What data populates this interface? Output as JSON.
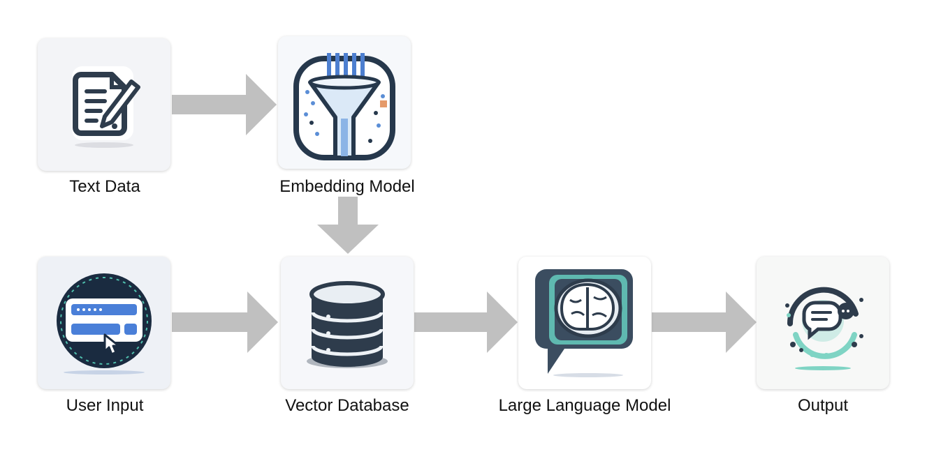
{
  "diagram": {
    "nodes": [
      {
        "id": "text-data",
        "label": "Text Data",
        "icon": "document-pen-icon"
      },
      {
        "id": "embedding-model",
        "label": "Embedding Model",
        "icon": "funnel-circuit-icon"
      },
      {
        "id": "user-input",
        "label": "User Input",
        "icon": "input-form-cursor-icon"
      },
      {
        "id": "vector-database",
        "label": "Vector Database",
        "icon": "database-cylinder-icon"
      },
      {
        "id": "llm",
        "label": "Large Language Model",
        "icon": "brain-chat-icon"
      },
      {
        "id": "output",
        "label": "Output",
        "icon": "chat-bubbles-icon"
      }
    ],
    "edges": [
      {
        "from": "text-data",
        "to": "embedding-model"
      },
      {
        "from": "embedding-model",
        "to": "vector-database"
      },
      {
        "from": "user-input",
        "to": "vector-database"
      },
      {
        "from": "vector-database",
        "to": "llm"
      },
      {
        "from": "llm",
        "to": "output"
      }
    ],
    "colors": {
      "arrow": "#c0c0c0",
      "card_bg": "#f4f5f8",
      "icon_dark": "#2e3c4c",
      "accent_teal": "#4fbfad",
      "accent_blue": "#4a7fd8"
    }
  }
}
